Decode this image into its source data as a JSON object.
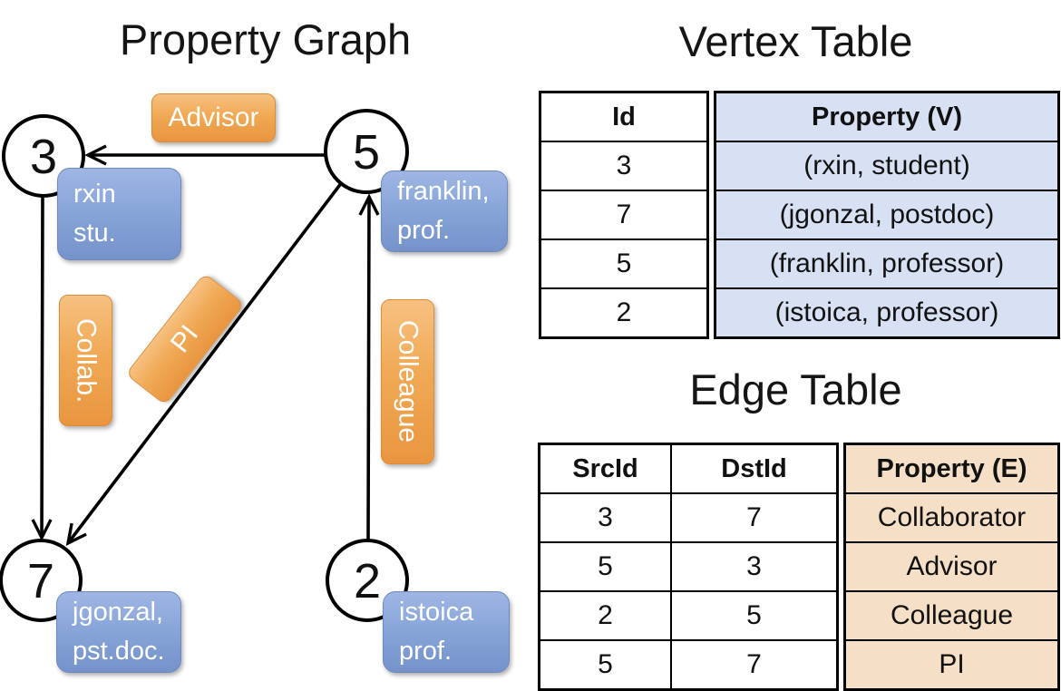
{
  "graph": {
    "title": "Property Graph",
    "nodes": [
      {
        "id": "3",
        "property": "rxin\nstu."
      },
      {
        "id": "5",
        "property": "franklin,\nprof."
      },
      {
        "id": "7",
        "property": "jgonzal,\npst.doc."
      },
      {
        "id": "2",
        "property": "istoica\nprof."
      }
    ],
    "edges": [
      {
        "label": "Advisor",
        "from": "5",
        "to": "3"
      },
      {
        "label": "Collab.",
        "from": "3",
        "to": "7"
      },
      {
        "label": "PI",
        "from": "5",
        "to": "7"
      },
      {
        "label": "Colleague",
        "from": "2",
        "to": "5"
      }
    ]
  },
  "vertex_table": {
    "title": "Vertex Table",
    "columns": [
      "Id",
      "Property (V)"
    ],
    "rows": [
      [
        "3",
        "(rxin, student)"
      ],
      [
        "7",
        "(jgonzal, postdoc)"
      ],
      [
        "5",
        "(franklin, professor)"
      ],
      [
        "2",
        "(istoica, professor)"
      ]
    ]
  },
  "edge_table": {
    "title": "Edge Table",
    "columns": [
      "SrcId",
      "DstId",
      "Property (E)"
    ],
    "rows": [
      [
        "3",
        "7",
        "Collaborator"
      ],
      [
        "5",
        "3",
        "Advisor"
      ],
      [
        "2",
        "5",
        "Colleague"
      ],
      [
        "5",
        "7",
        "PI"
      ]
    ]
  },
  "colors": {
    "edge_label_orange": "#F0A955",
    "vertex_label_blue": "#87A4D8",
    "vertex_table_fill": "#D7E1F3",
    "edge_table_fill": "#F5DFC7",
    "line_black": "#000000"
  }
}
